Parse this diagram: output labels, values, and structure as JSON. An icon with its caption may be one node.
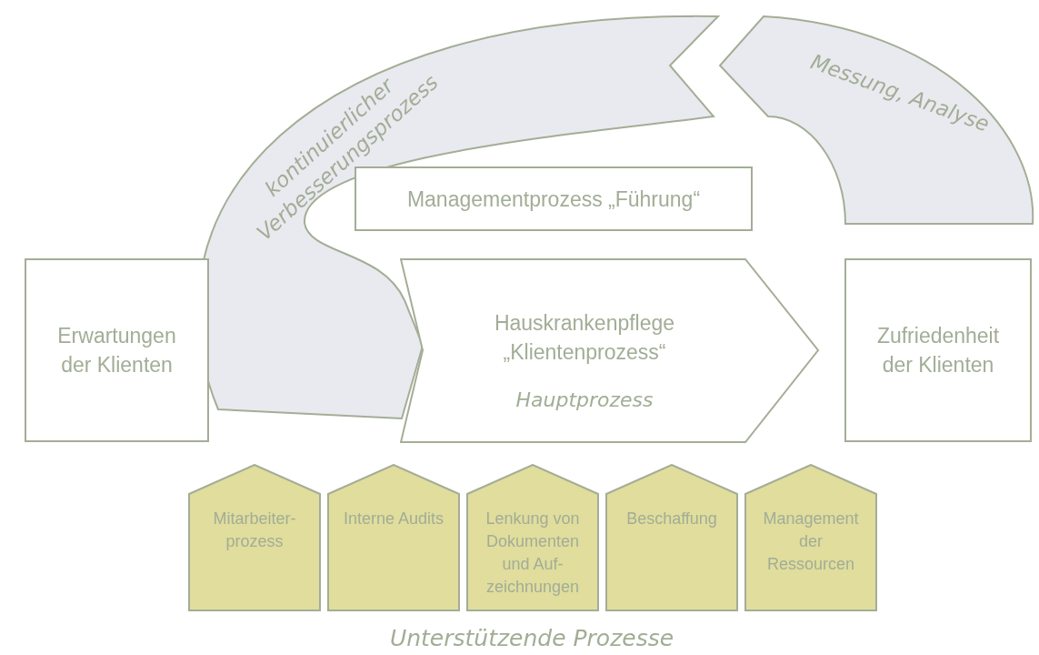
{
  "diagram": {
    "nodes": [
      {
        "text": [
          "kontinuierlicher Verbesserungsprozess"
        ]
      },
      {
        "text": [
          "Messung, Analyse"
        ]
      },
      {
        "text": [
          "Managementprozess „Führung“"
        ]
      },
      {
        "text": [
          "Erwartungen der Klienten"
        ]
      },
      {
        "text": [
          "Hauskrankenpflege „Klientenprozess“",
          "Hauptprozess"
        ]
      },
      {
        "text": [
          "Zufriedenheit der Klienten"
        ]
      },
      {
        "text": [
          "Mitarbeiter- prozess"
        ]
      },
      {
        "text": [
          "Interne Audits"
        ]
      },
      {
        "text": [
          "Lenkung von Dokumenten und Auf- zeichnungen"
        ]
      },
      {
        "text": [
          "Beschaffung"
        ]
      },
      {
        "text": [
          "Management der Ressourcen"
        ]
      }
    ],
    "labels": [
      "Unterstützende Prozesse"
    ]
  }
}
